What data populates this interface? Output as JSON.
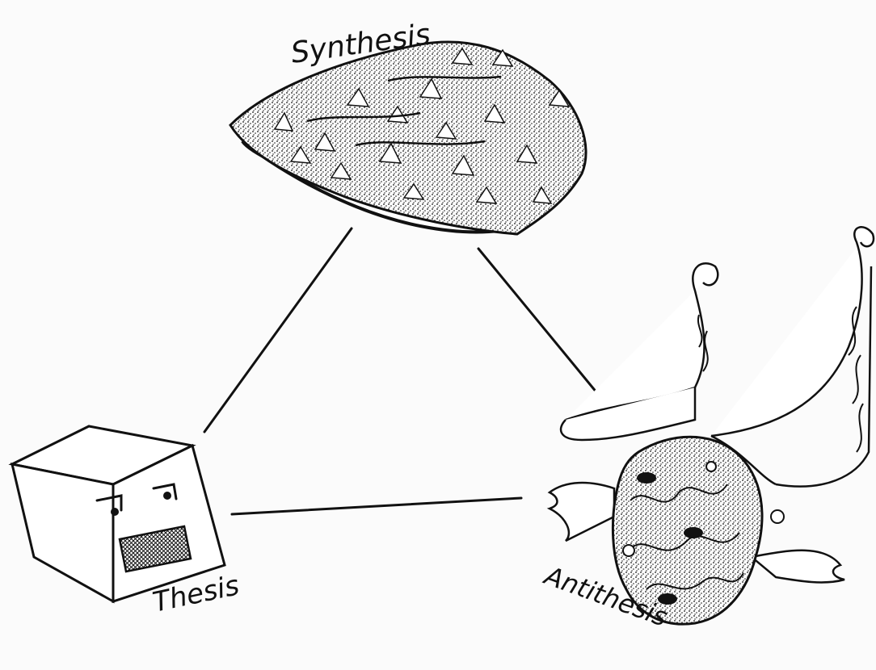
{
  "labels": {
    "synthesis": "Synthesis",
    "thesis": "Thesis",
    "antithesis": "Antithesis"
  },
  "colors": {
    "ink": "#111111",
    "paper": "#fbfbfb"
  },
  "icons": {
    "synthesis": "cone-shell-icon",
    "thesis": "cube-face-icon",
    "antithesis": "winged-blob-icon"
  }
}
